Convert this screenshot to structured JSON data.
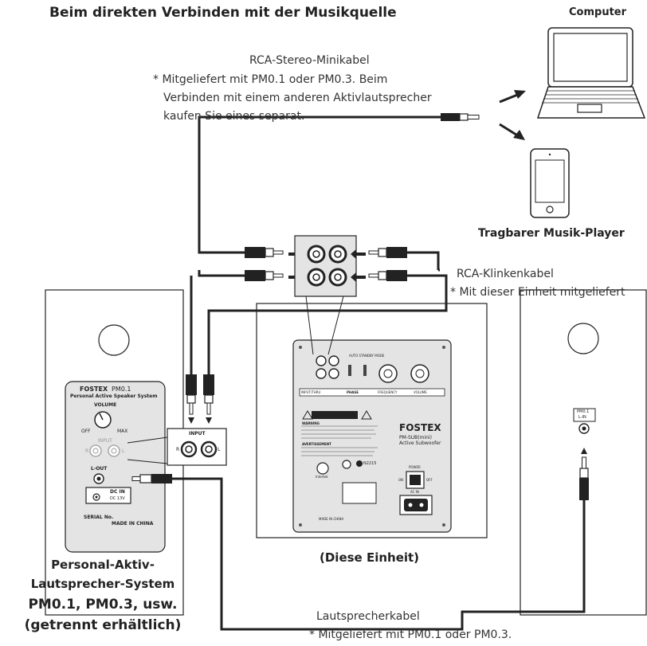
{
  "title": "Beim direkten Verbinden mit der Musikquelle",
  "sources": {
    "computer": "Computer",
    "player": "Tragbarer Musik-Player"
  },
  "cables": {
    "mini": {
      "name": "RCA-Stereo-Minikabel",
      "note_1": "* Mitgeliefert mit PM0.1 oder PM0.3. Beim",
      "note_2": "Verbinden mit einem anderen Aktivlautsprecher",
      "note_3": "kaufen Sie eines separat."
    },
    "rca": {
      "name": "RCA-Klinkenkabel",
      "note": "* Mit dieser Einheit mitgeliefert"
    },
    "speaker": {
      "name": "Lautsprecherkabel",
      "note": "* Mitgeliefert mit PM0.1 oder PM0.3."
    }
  },
  "subwoofer": {
    "caption": "(Diese Einheit)",
    "brand": "FOSTEX",
    "model": "PM-SUB(mini)",
    "model_desc": "Active Subwoofer",
    "tabs": [
      "INPUT/THRU",
      "PHASE",
      "FREQUENCY",
      "VOLUME"
    ],
    "auto_standby": "AUTO STANDBY MODE",
    "warning": "WARNING",
    "advertissement": "AVERTISSEMENT",
    "power": "POWER",
    "on": "ON",
    "off": "OFF",
    "ac_in": "AC IN",
    "made_in": "MADE IN CHINA",
    "n_code": "N2215",
    "intertek": "Intertek"
  },
  "left_speaker": {
    "brand": "FOSTEX",
    "model": "PM0.1",
    "desc": "Personal Active Speaker System",
    "volume": "VOLUME",
    "off": "OFF",
    "max": "MAX",
    "input": "INPUT",
    "input_callout": "INPUT",
    "r": "R",
    "l": "L",
    "lout": "L-OUT",
    "dc_in": "DC IN",
    "dc_spec": "DC 13V",
    "serial": "SERIAL No.",
    "made_in": "MADE IN CHINA",
    "caption_1": "Personal-Aktiv-",
    "caption_2": "Lautsprecher-System",
    "caption_3": "PM0.1, PM0.3, usw.",
    "caption_4": "(getrennt erhältlich)"
  },
  "right_speaker": {
    "label_1": "PM0.1",
    "label_2": "L-IN"
  }
}
